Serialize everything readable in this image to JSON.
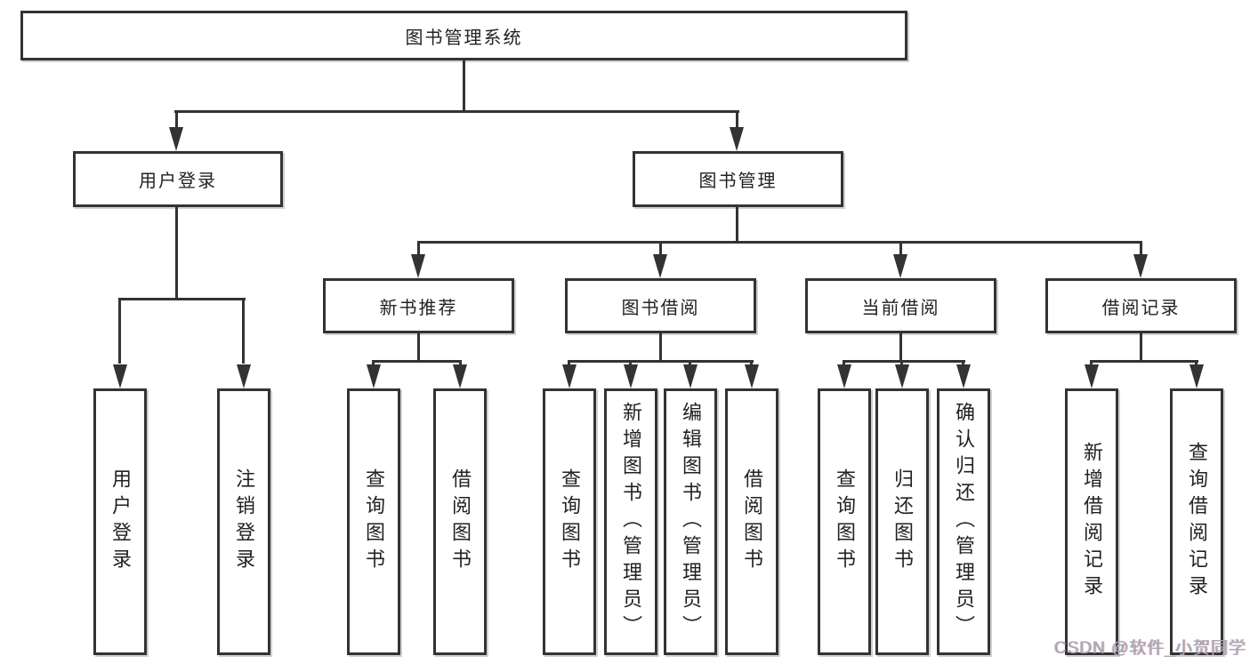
{
  "diagram": {
    "title": "图书管理系统",
    "modules": [
      {
        "label": "用户登录",
        "features": [
          "用户登录",
          "注销登录"
        ]
      },
      {
        "label": "图书管理",
        "submodules": [
          {
            "label": "新书推荐",
            "features": [
              "查询图书",
              "借阅图书"
            ]
          },
          {
            "label": "图书借阅",
            "features": [
              "查询图书",
              "新增图书（管理员）",
              "编辑图书（管理员）",
              "借阅图书"
            ]
          },
          {
            "label": "当前借阅",
            "features": [
              "查询图书",
              "归还图书",
              "确认归还（管理员）"
            ]
          },
          {
            "label": "借阅记录",
            "features": [
              "新增借阅记录",
              "查询借阅记录"
            ]
          }
        ]
      }
    ]
  },
  "watermark": "CSDN @软件_小贺同学",
  "colors": {
    "background": "#ffffff",
    "box_fill": "#ffffff",
    "box_border": "#333333",
    "line": "#333333",
    "text": "#222222",
    "watermark": "#a8a8ad"
  }
}
